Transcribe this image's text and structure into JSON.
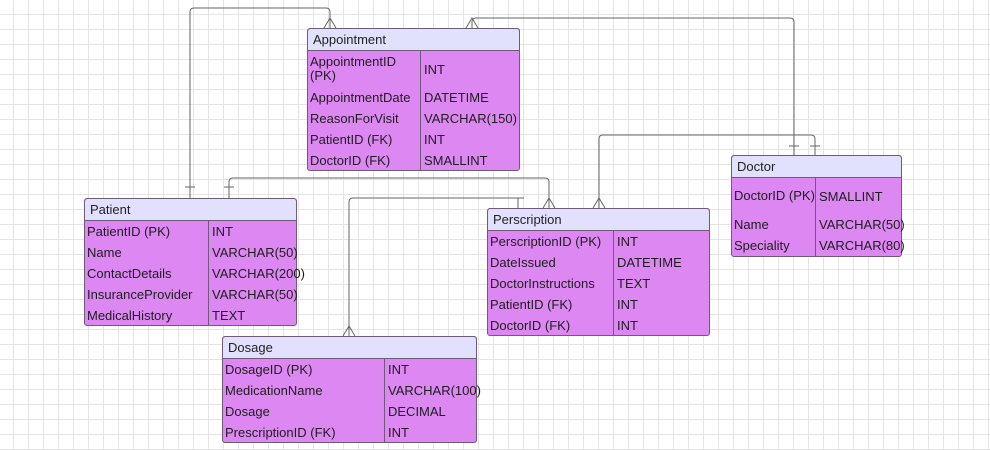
{
  "entities": {
    "appointment": {
      "title": "Appointment",
      "rows": [
        {
          "name": "AppointmentID (PK)",
          "type": "INT"
        },
        {
          "name": "AppointmentDate",
          "type": "DATETIME"
        },
        {
          "name": "ReasonForVisit",
          "type": "VARCHAR(150)"
        },
        {
          "name": "PatientID (FK)",
          "type": "INT"
        },
        {
          "name": "DoctorID (FK)",
          "type": "SMALLINT"
        }
      ]
    },
    "patient": {
      "title": "Patient",
      "rows": [
        {
          "name": "PatientID (PK)",
          "type": "INT"
        },
        {
          "name": "Name",
          "type": "VARCHAR(50)"
        },
        {
          "name": "ContactDetails",
          "type": "VARCHAR(200)"
        },
        {
          "name": "InsuranceProvider",
          "type": "VARCHAR(50)"
        },
        {
          "name": "MedicalHistory",
          "type": "TEXT"
        }
      ]
    },
    "perscription": {
      "title": "Perscription",
      "rows": [
        {
          "name": "PerscriptionID (PK)",
          "type": "INT"
        },
        {
          "name": "DateIssued",
          "type": "DATETIME"
        },
        {
          "name": "DoctorInstructions",
          "type": "TEXT"
        },
        {
          "name": "PatientID (FK)",
          "type": "INT"
        },
        {
          "name": "DoctorID (FK)",
          "type": "INT"
        }
      ]
    },
    "doctor": {
      "title": "Doctor",
      "rows": [
        {
          "name": "DoctorID (PK)",
          "type": "SMALLINT"
        },
        {
          "name": "Name",
          "type": "VARCHAR(50)"
        },
        {
          "name": "Speciality",
          "type": "VARCHAR(80)"
        }
      ]
    },
    "dosage": {
      "title": "Dosage",
      "rows": [
        {
          "name": "DosageID (PK)",
          "type": "INT"
        },
        {
          "name": "MedicationName",
          "type": "VARCHAR(100)"
        },
        {
          "name": "Dosage",
          "type": "DECIMAL"
        },
        {
          "name": "PrescriptionID (FK)",
          "type": "INT"
        }
      ]
    }
  },
  "relationships": [
    {
      "from": "patient",
      "to": "appointment",
      "from_end": "one",
      "to_end": "many"
    },
    {
      "from": "doctor",
      "to": "appointment",
      "from_end": "one",
      "to_end": "many"
    },
    {
      "from": "patient",
      "to": "perscription",
      "from_end": "one",
      "to_end": "many"
    },
    {
      "from": "doctor",
      "to": "perscription",
      "from_end": "one",
      "to_end": "many"
    },
    {
      "from": "perscription",
      "to": "dosage",
      "from_end": "one",
      "to_end": "many"
    }
  ],
  "colors": {
    "header_fill": "#e1e0fd",
    "body_fill": "#dd88f2",
    "border": "#6f5a78",
    "connector": "#666666"
  }
}
